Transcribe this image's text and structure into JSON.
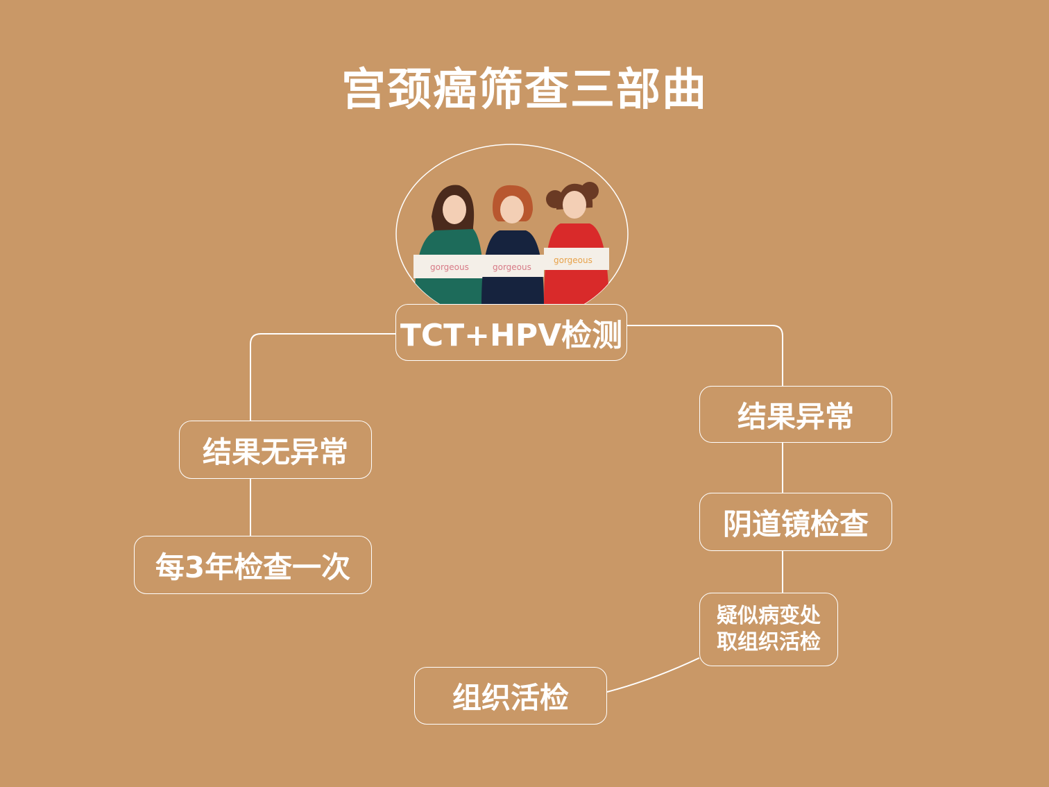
{
  "title": "宫颈癌筛查三部曲",
  "illustration": {
    "icon": "three-girls-illustration",
    "sweater_text": "gorgeous"
  },
  "nodes": {
    "root": "TCT+HPV检测",
    "normal": "结果无异常",
    "every3": "每3年检查一次",
    "abnormal": "结果异常",
    "colposcopy": "阴道镜检查",
    "suspect_line1": "疑似病变处",
    "suspect_line2": "取组织活检",
    "biopsy": "组织活检"
  },
  "colors": {
    "background": "#c99867",
    "line": "#ffffff",
    "text": "#ffffff"
  }
}
